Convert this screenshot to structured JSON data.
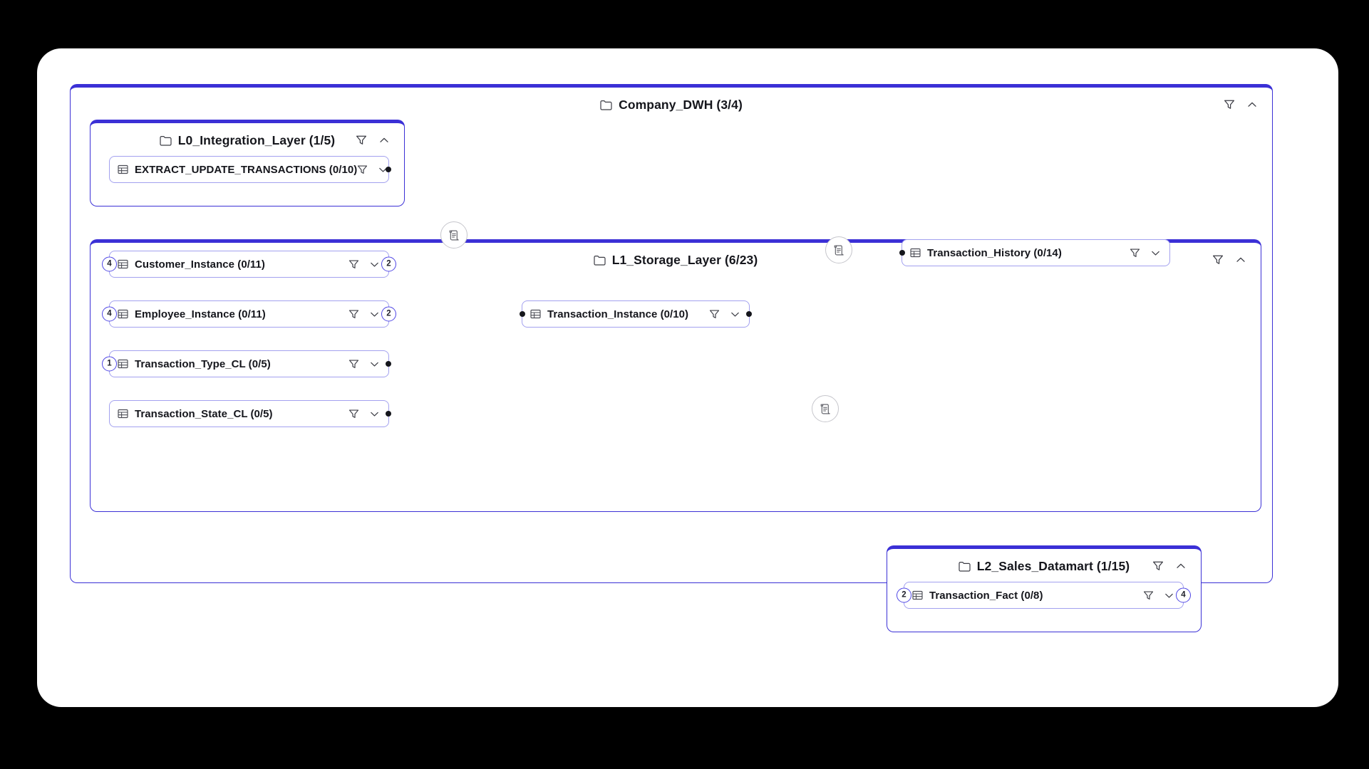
{
  "theme": {
    "page_background": "#000000",
    "card_background": "#ffffff",
    "group_accent": "#3b30d6",
    "node_border": "#a3a1ef",
    "badge_border": "#4f46e5",
    "edge_color": "#4b4b52",
    "text_color": "#15161c"
  },
  "groups": {
    "root": {
      "title": "Company_DWH (3/4)",
      "folder_icon": "folder-icon",
      "filter_icon": "filter-icon",
      "collapse_icon": "chevron-up-icon"
    },
    "l0": {
      "title": "L0_Integration_Layer (1/5)",
      "folder_icon": "folder-icon",
      "filter_icon": "filter-icon",
      "collapse_icon": "chevron-up-icon"
    },
    "l1": {
      "title": "L1_Storage_Layer (6/23)",
      "folder_icon": "folder-icon",
      "filter_icon": "filter-icon",
      "collapse_icon": "chevron-up-icon"
    },
    "l2": {
      "title": "L2_Sales_Datamart (1/15)",
      "folder_icon": "folder-icon",
      "filter_icon": "filter-icon",
      "collapse_icon": "chevron-up-icon"
    }
  },
  "nodes": {
    "extract_update_transactions": {
      "label": "EXTRACT_UPDATE_TRANSACTIONS (0/10)",
      "table_icon": "table-icon",
      "filter_icon": "filter-icon",
      "expand_icon": "chevron-down-icon",
      "in_badge": null,
      "out_badge": null
    },
    "customer_instance": {
      "label": "Customer_Instance (0/11)",
      "table_icon": "table-icon",
      "filter_icon": "filter-icon",
      "expand_icon": "chevron-down-icon",
      "in_badge": "4",
      "out_badge": "2"
    },
    "employee_instance": {
      "label": "Employee_Instance (0/11)",
      "table_icon": "table-icon",
      "filter_icon": "filter-icon",
      "expand_icon": "chevron-down-icon",
      "in_badge": "4",
      "out_badge": "2"
    },
    "transaction_type_cl": {
      "label": "Transaction_Type_CL (0/5)",
      "table_icon": "table-icon",
      "filter_icon": "filter-icon",
      "expand_icon": "chevron-down-icon",
      "in_badge": "1",
      "out_badge": null
    },
    "transaction_state_cl": {
      "label": "Transaction_State_CL (0/5)",
      "table_icon": "table-icon",
      "filter_icon": "filter-icon",
      "expand_icon": "chevron-down-icon",
      "in_badge": null,
      "out_badge": null
    },
    "transaction_instance": {
      "label": "Transaction_Instance (0/10)",
      "table_icon": "table-icon",
      "filter_icon": "filter-icon",
      "expand_icon": "chevron-down-icon",
      "in_badge": null,
      "out_badge": null
    },
    "transaction_history": {
      "label": "Transaction_History (0/14)",
      "table_icon": "table-icon",
      "filter_icon": "filter-icon",
      "expand_icon": "chevron-down-icon",
      "in_badge": null,
      "out_badge": null
    },
    "transaction_fact": {
      "label": "Transaction_Fact (0/8)",
      "table_icon": "table-icon",
      "filter_icon": "filter-icon",
      "expand_icon": "chevron-down-icon",
      "in_badge": "2",
      "out_badge": "4"
    }
  },
  "edges": [
    {
      "from": "extract_update_transactions",
      "to": "transaction_instance",
      "marker_icon": "script-icon"
    },
    {
      "from": "customer_instance",
      "to": "transaction_instance",
      "marker_icon": null
    },
    {
      "from": "employee_instance",
      "to": "transaction_instance",
      "marker_icon": null
    },
    {
      "from": "transaction_type_cl",
      "to": "transaction_instance",
      "marker_icon": null
    },
    {
      "from": "transaction_state_cl",
      "to": "transaction_instance",
      "marker_icon": null
    },
    {
      "from": "transaction_instance",
      "to": "transaction_history",
      "marker_icon": "script-icon"
    },
    {
      "from": "transaction_instance",
      "to": "transaction_fact",
      "marker_icon": "script-icon"
    }
  ],
  "edge_markers": [
    {
      "name": "edge-marker-extract-to-instance",
      "icon": "script-icon"
    },
    {
      "name": "edge-marker-instance-to-history",
      "icon": "script-icon"
    },
    {
      "name": "edge-marker-instance-to-fact",
      "icon": "script-icon"
    }
  ]
}
